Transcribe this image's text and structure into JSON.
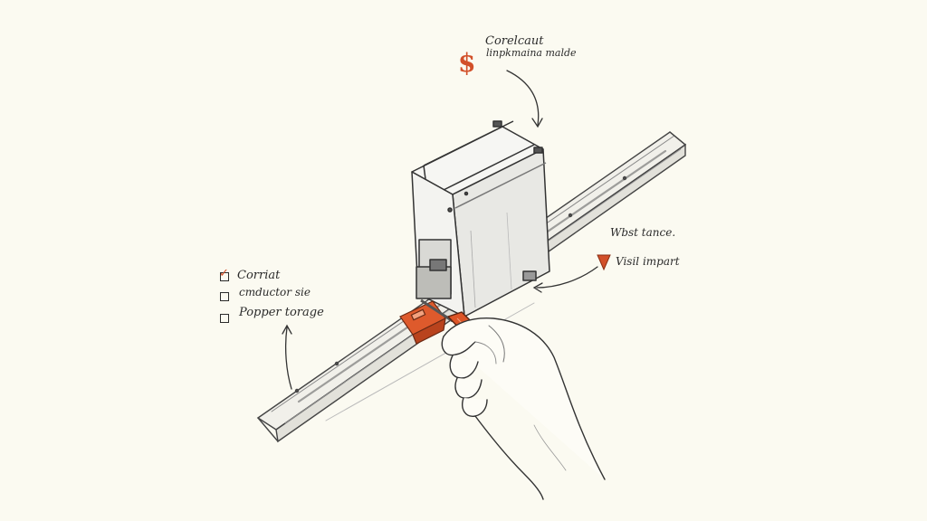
{
  "annotations": {
    "top": {
      "line1": "Corelcaut",
      "line2": "linpkmaina malde"
    },
    "right": {
      "line1": "Wbst tance.",
      "line2": "Visil impart"
    },
    "checklist": [
      {
        "label": "Corriat",
        "checked": true
      },
      {
        "label": "cmductor sie",
        "checked": false
      },
      {
        "label": "Popper torage",
        "checked": false
      }
    ]
  },
  "icons": {
    "dollar": "dollar-sign-icon",
    "warning": "orange-triangle-icon"
  },
  "colors": {
    "paper": "#fbfaf1",
    "ink": "#2b2b2b",
    "accent": "#d2502a"
  }
}
